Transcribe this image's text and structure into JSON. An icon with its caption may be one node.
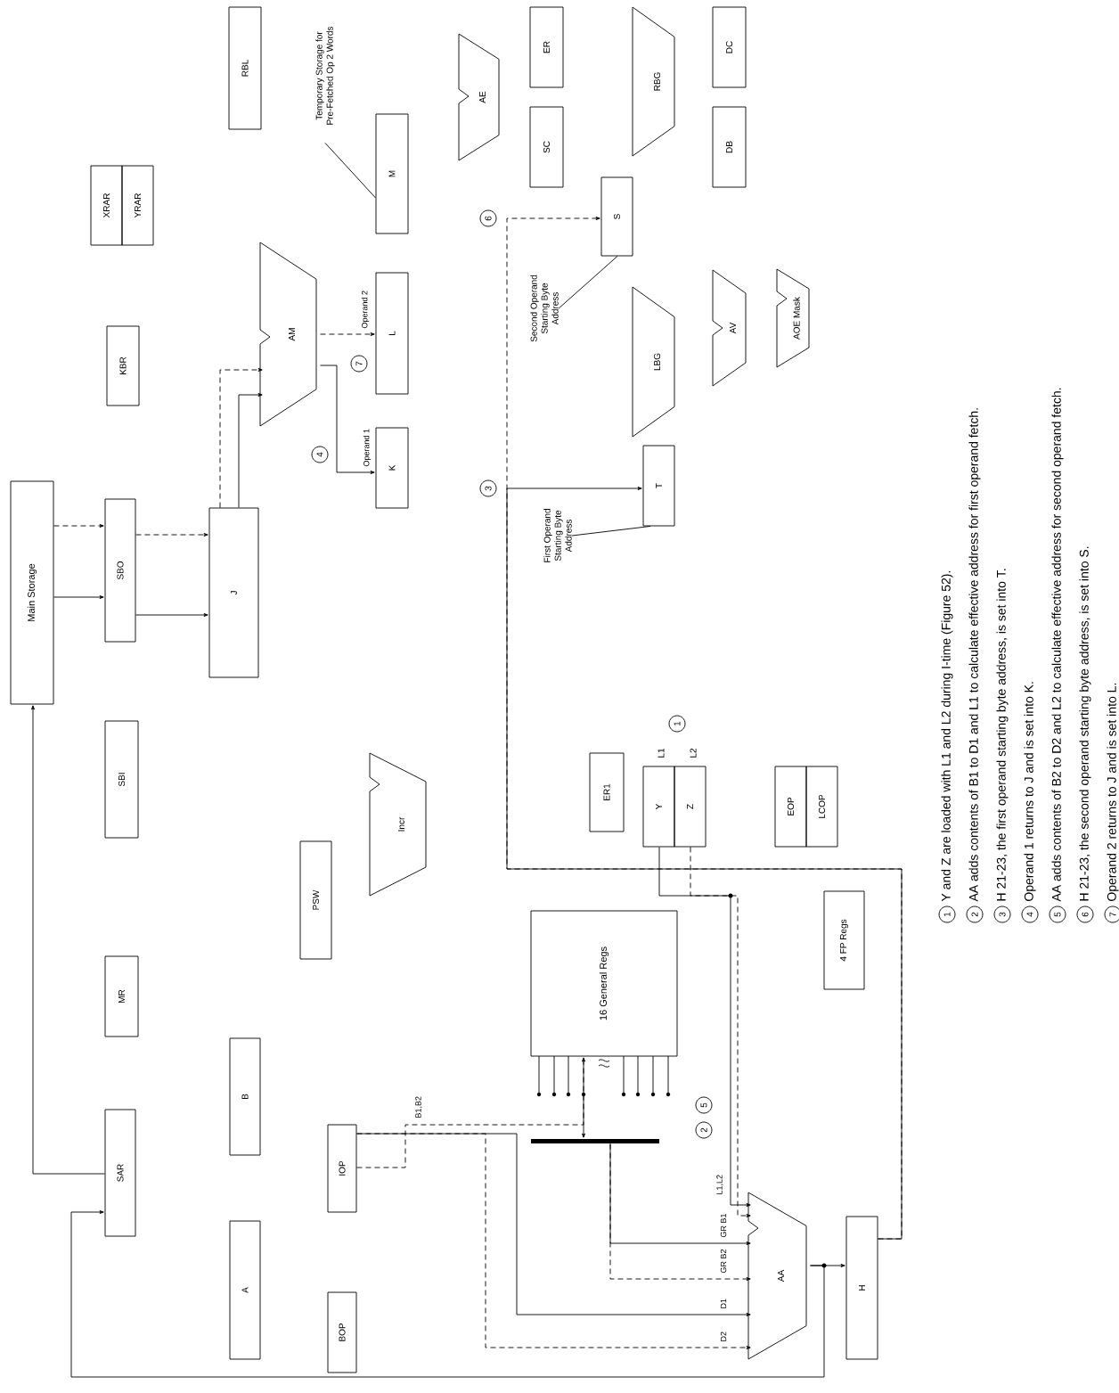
{
  "diagram": {
    "nodes": [
      {
        "text": [
          "Main Storage"
        ]
      },
      {
        "text": [
          "XRAR"
        ]
      },
      {
        "text": [
          "YRAR"
        ]
      },
      {
        "text": [
          "RBL"
        ]
      },
      {
        "text": [
          "SBO"
        ]
      },
      {
        "text": [
          "KBR"
        ]
      },
      {
        "text": [
          "SBI"
        ]
      },
      {
        "text": [
          "MR"
        ]
      },
      {
        "text": [
          "SAR"
        ]
      },
      {
        "text": [
          "J"
        ]
      },
      {
        "text": [
          "A"
        ]
      },
      {
        "text": [
          "B"
        ]
      },
      {
        "text": [
          "AM"
        ]
      },
      {
        "text": [
          "PSW"
        ]
      },
      {
        "text": [
          "IOP"
        ]
      },
      {
        "text": [
          "BOP"
        ]
      },
      {
        "text": [
          "Incr"
        ]
      },
      {
        "text": [
          "Temporary Storage for Pre-Fetched Op 2 Words"
        ]
      },
      {
        "text": [
          "M"
        ]
      },
      {
        "text": [
          "L"
        ]
      },
      {
        "text": [
          "K"
        ]
      },
      {
        "text": [
          "AE"
        ]
      },
      {
        "text": [
          "Second Operand Starting Byte Address"
        ]
      },
      {
        "text": [
          "First Operand Starting Byte Address"
        ]
      },
      {
        "text": [
          "16 General Regs"
        ]
      },
      {
        "text": [],
        "shape": "bar"
      },
      {
        "text": [
          "ER"
        ]
      },
      {
        "text": [
          "SC"
        ]
      },
      {
        "text": [
          "S"
        ]
      },
      {
        "text": [
          "T"
        ]
      },
      {
        "text": [
          "ER1"
        ]
      },
      {
        "text": [
          "RBG"
        ]
      },
      {
        "text": [
          "LBG"
        ]
      },
      {
        "text": [
          "Y"
        ]
      },
      {
        "text": [
          "Z"
        ]
      },
      {
        "text": [
          "DC"
        ]
      },
      {
        "text": [
          "DB"
        ]
      },
      {
        "text": [
          "AV"
        ]
      },
      {
        "text": [
          "AOE Mask"
        ]
      },
      {
        "text": [
          "EOP"
        ]
      },
      {
        "text": [
          "LCOP"
        ]
      },
      {
        "text": [
          "AA"
        ]
      },
      {
        "text": [
          "H"
        ]
      },
      {
        "text": [
          "4 FP Regs"
        ]
      }
    ],
    "edges": [
      {
        "from": 0,
        "to": 4,
        "arrow": "to",
        "style": "dashed"
      },
      {
        "from": 0,
        "to": 4,
        "arrow": "to"
      },
      {
        "from": 4,
        "to": 9,
        "arrow": "to",
        "style": "dashed"
      },
      {
        "from": 4,
        "to": 9,
        "arrow": "to"
      },
      {
        "from": 9,
        "to": 12,
        "arrow": "to",
        "style": "dashed"
      },
      {
        "from": 9,
        "to": 12,
        "arrow": "to"
      },
      {
        "from": 12,
        "to": 19,
        "arrow": "to",
        "style": "dashed",
        "label": "Operand 2"
      },
      {
        "from": 12,
        "to": 20,
        "arrow": "to",
        "label": "Operand 1"
      },
      {
        "from": 8,
        "to": 0,
        "arrow": "to"
      },
      {
        "from": 41,
        "to": 8,
        "arrow": "to"
      },
      {
        "from": 41,
        "to": 42,
        "arrow": "to"
      },
      {
        "from": 42,
        "to": 29,
        "arrow": "to"
      },
      {
        "from": 42,
        "to": 28,
        "arrow": "to",
        "style": "dashed"
      },
      {
        "from": 17,
        "to": 18,
        "arrow": "none"
      },
      {
        "from": 22,
        "to": 28,
        "arrow": "none"
      },
      {
        "from": 23,
        "to": 29,
        "arrow": "none"
      },
      {
        "from": 24,
        "to": 25,
        "arrow": "both"
      },
      {
        "from": 14,
        "to": 24,
        "arrow": "none",
        "style": "dashed",
        "label": "B1,B2"
      },
      {
        "from": 25,
        "to": 41,
        "arrow": "to",
        "label": "GR B1"
      },
      {
        "from": 25,
        "to": 41,
        "arrow": "to",
        "style": "dashed",
        "label": "GR B2"
      },
      {
        "from": 14,
        "to": 41,
        "arrow": "to",
        "label": "D1"
      },
      {
        "from": 14,
        "to": 41,
        "arrow": "to",
        "style": "dashed",
        "label": "D2"
      },
      {
        "from": 33,
        "to": 41,
        "arrow": "to",
        "label": "L1,L2"
      },
      {
        "from": 34,
        "to": 41,
        "arrow": "to",
        "style": "dashed"
      }
    ],
    "labels": [
      "1",
      "L1",
      "L2",
      "2",
      "5",
      "3",
      "4",
      "6",
      "7",
      "1",
      "Y and Z are loaded with L1 and L2 during I-time (Figure 52).",
      "2",
      "AA adds contents of B1 to D1 and L1 to calculate effective address for first operand fetch.",
      "3",
      "H 21-23, the first operand starting byte address, is set into T.",
      "4",
      "Operand 1 returns to J and is set into K.",
      "5",
      "AA adds contents of B2 to D2 and L2 to calculate effective address for second operand fetch.",
      "6",
      "H 21-23, the second operand starting byte address, is set into S.",
      "7",
      "Operand 2 returns to J and is set into L."
    ]
  }
}
